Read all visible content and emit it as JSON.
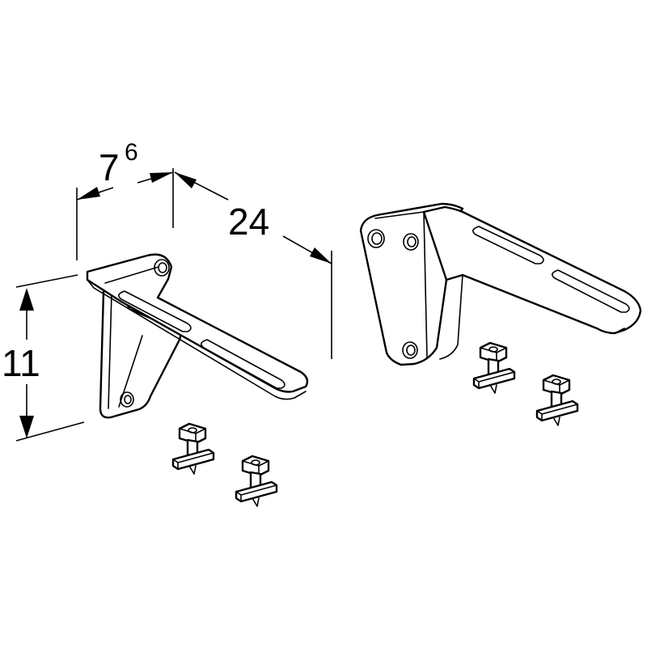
{
  "dimensions": {
    "depth_label": "7",
    "depth_label_sup": "6",
    "length_label": "24",
    "height_label": "11"
  }
}
